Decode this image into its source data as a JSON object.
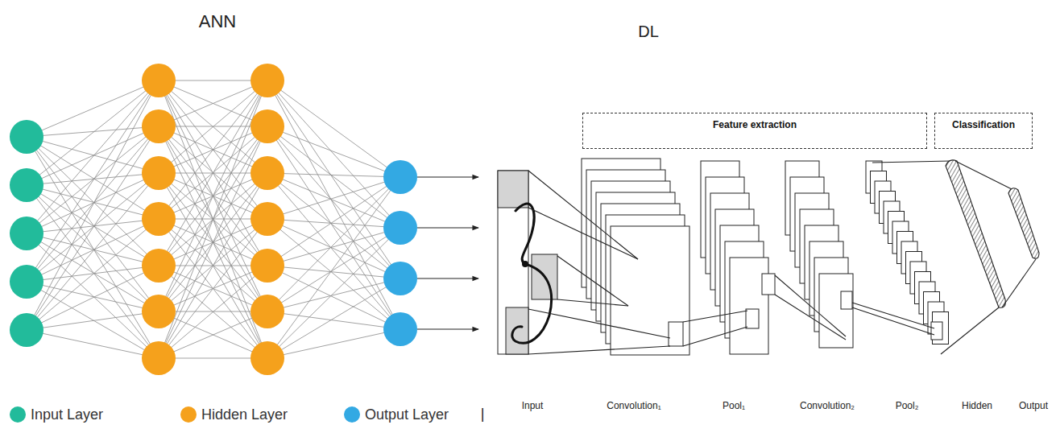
{
  "diagram": {
    "nodes": [
      {
        "text": [
          "Feature extraction"
        ]
      },
      {
        "text": [
          "Classification"
        ]
      }
    ],
    "labels": [
      "ANN",
      "DL",
      "Input",
      "Convolution₁",
      "Pool₁",
      "Convolution₂",
      "Pool₂",
      "Hidden",
      "Output",
      "|"
    ],
    "legend": [
      {
        "text": "Input Layer",
        "color": "#22bb9b"
      },
      {
        "text": "Hidden Layer",
        "color": "#f5a11c"
      },
      {
        "text": "Output Layer",
        "color": "#33a9e3"
      }
    ]
  }
}
